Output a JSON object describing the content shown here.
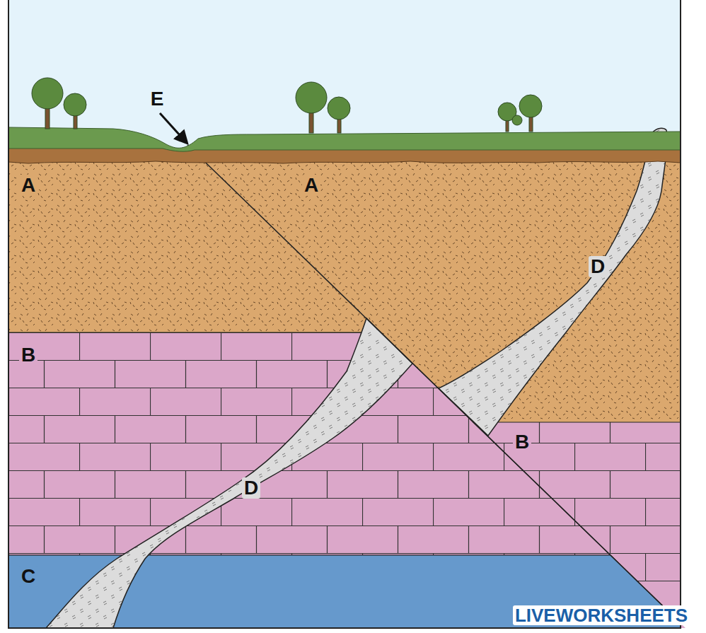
{
  "diagram": {
    "labels": [
      "E",
      "A",
      "A",
      "B",
      "D",
      "B",
      "D",
      "C",
      "LIVEWORKSHEETS"
    ]
  }
}
